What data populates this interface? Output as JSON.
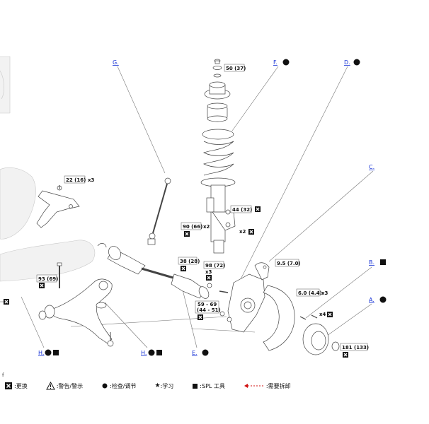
{
  "callouts": {
    "A": "A.",
    "B": "B.",
    "C": "C.",
    "D": "D.",
    "E": "E.",
    "F": "F.",
    "G": "G.",
    "H1": "H.",
    "H2": "H."
  },
  "torques": {
    "t50": "50 (37)",
    "t44": "44 (32)",
    "t22": "22 (16)",
    "t90": "90 (66)",
    "t38": "38 (28)",
    "t98": "98 (72)",
    "t95": "9.5 (7.0)",
    "t93": "93 (69)",
    "t5969a": "59 - 69",
    "t5969b": "(44 - 51)",
    "t60": "6.0 (4.4)",
    "t181": "181 (133)"
  },
  "multipliers": {
    "x2a": "x2",
    "x2b": "x2",
    "x3a": "x3",
    "x3b": "x3",
    "x3c": "x3",
    "x4": "x4"
  },
  "footer_mark": "f",
  "legend": {
    "replace": "更换",
    "warning": "警告/警示",
    "inspect": "检查/调节",
    "learn": "学习",
    "spl": "SPL 工具",
    "remove": "需要拆卸"
  },
  "colors": {
    "link": "#1a35d6",
    "red": "#d01010"
  }
}
